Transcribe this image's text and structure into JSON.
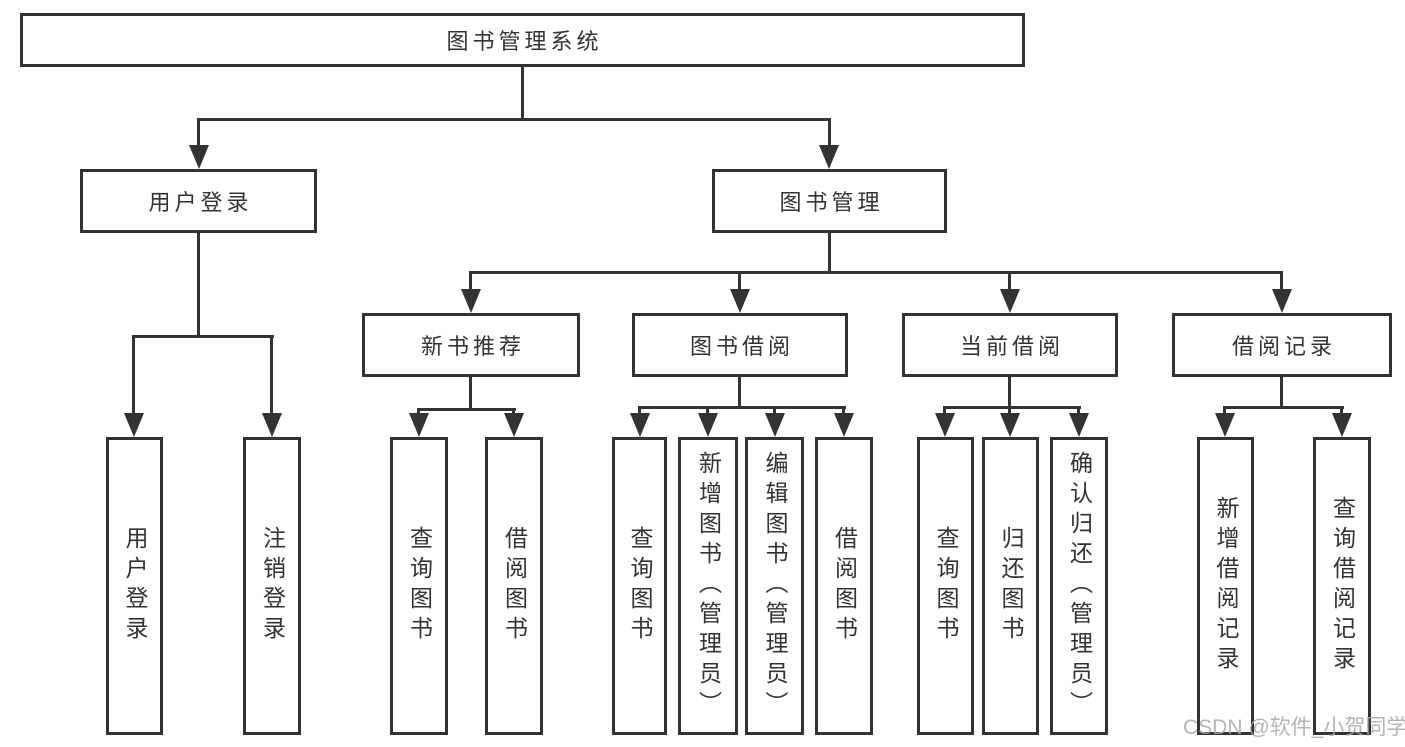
{
  "tree": {
    "label": "图书管理系统",
    "children": [
      {
        "label": "用户登录",
        "children": [
          {
            "label": "用户登录"
          },
          {
            "label": "注销登录"
          }
        ]
      },
      {
        "label": "图书管理",
        "children": [
          {
            "label": "新书推荐",
            "children": [
              {
                "label": "查询图书"
              },
              {
                "label": "借阅图书"
              }
            ]
          },
          {
            "label": "图书借阅",
            "children": [
              {
                "label": "查询图书"
              },
              {
                "label": "新增图书（管理员）"
              },
              {
                "label": "编辑图书（管理员）"
              },
              {
                "label": "借阅图书"
              }
            ]
          },
          {
            "label": "当前借阅",
            "children": [
              {
                "label": "查询图书"
              },
              {
                "label": "归还图书"
              },
              {
                "label": "确认归还（管理员）"
              }
            ]
          },
          {
            "label": "借阅记录",
            "children": [
              {
                "label": "新增借阅记录"
              },
              {
                "label": "查询借阅记录"
              }
            ]
          }
        ]
      }
    ]
  },
  "watermark": {
    "text": "CSDN @软件_小贺同学",
    "color": "#a8a8a8"
  },
  "colors": {
    "line": "#333333",
    "box_fill": "#ffffff",
    "text": "#333333"
  }
}
